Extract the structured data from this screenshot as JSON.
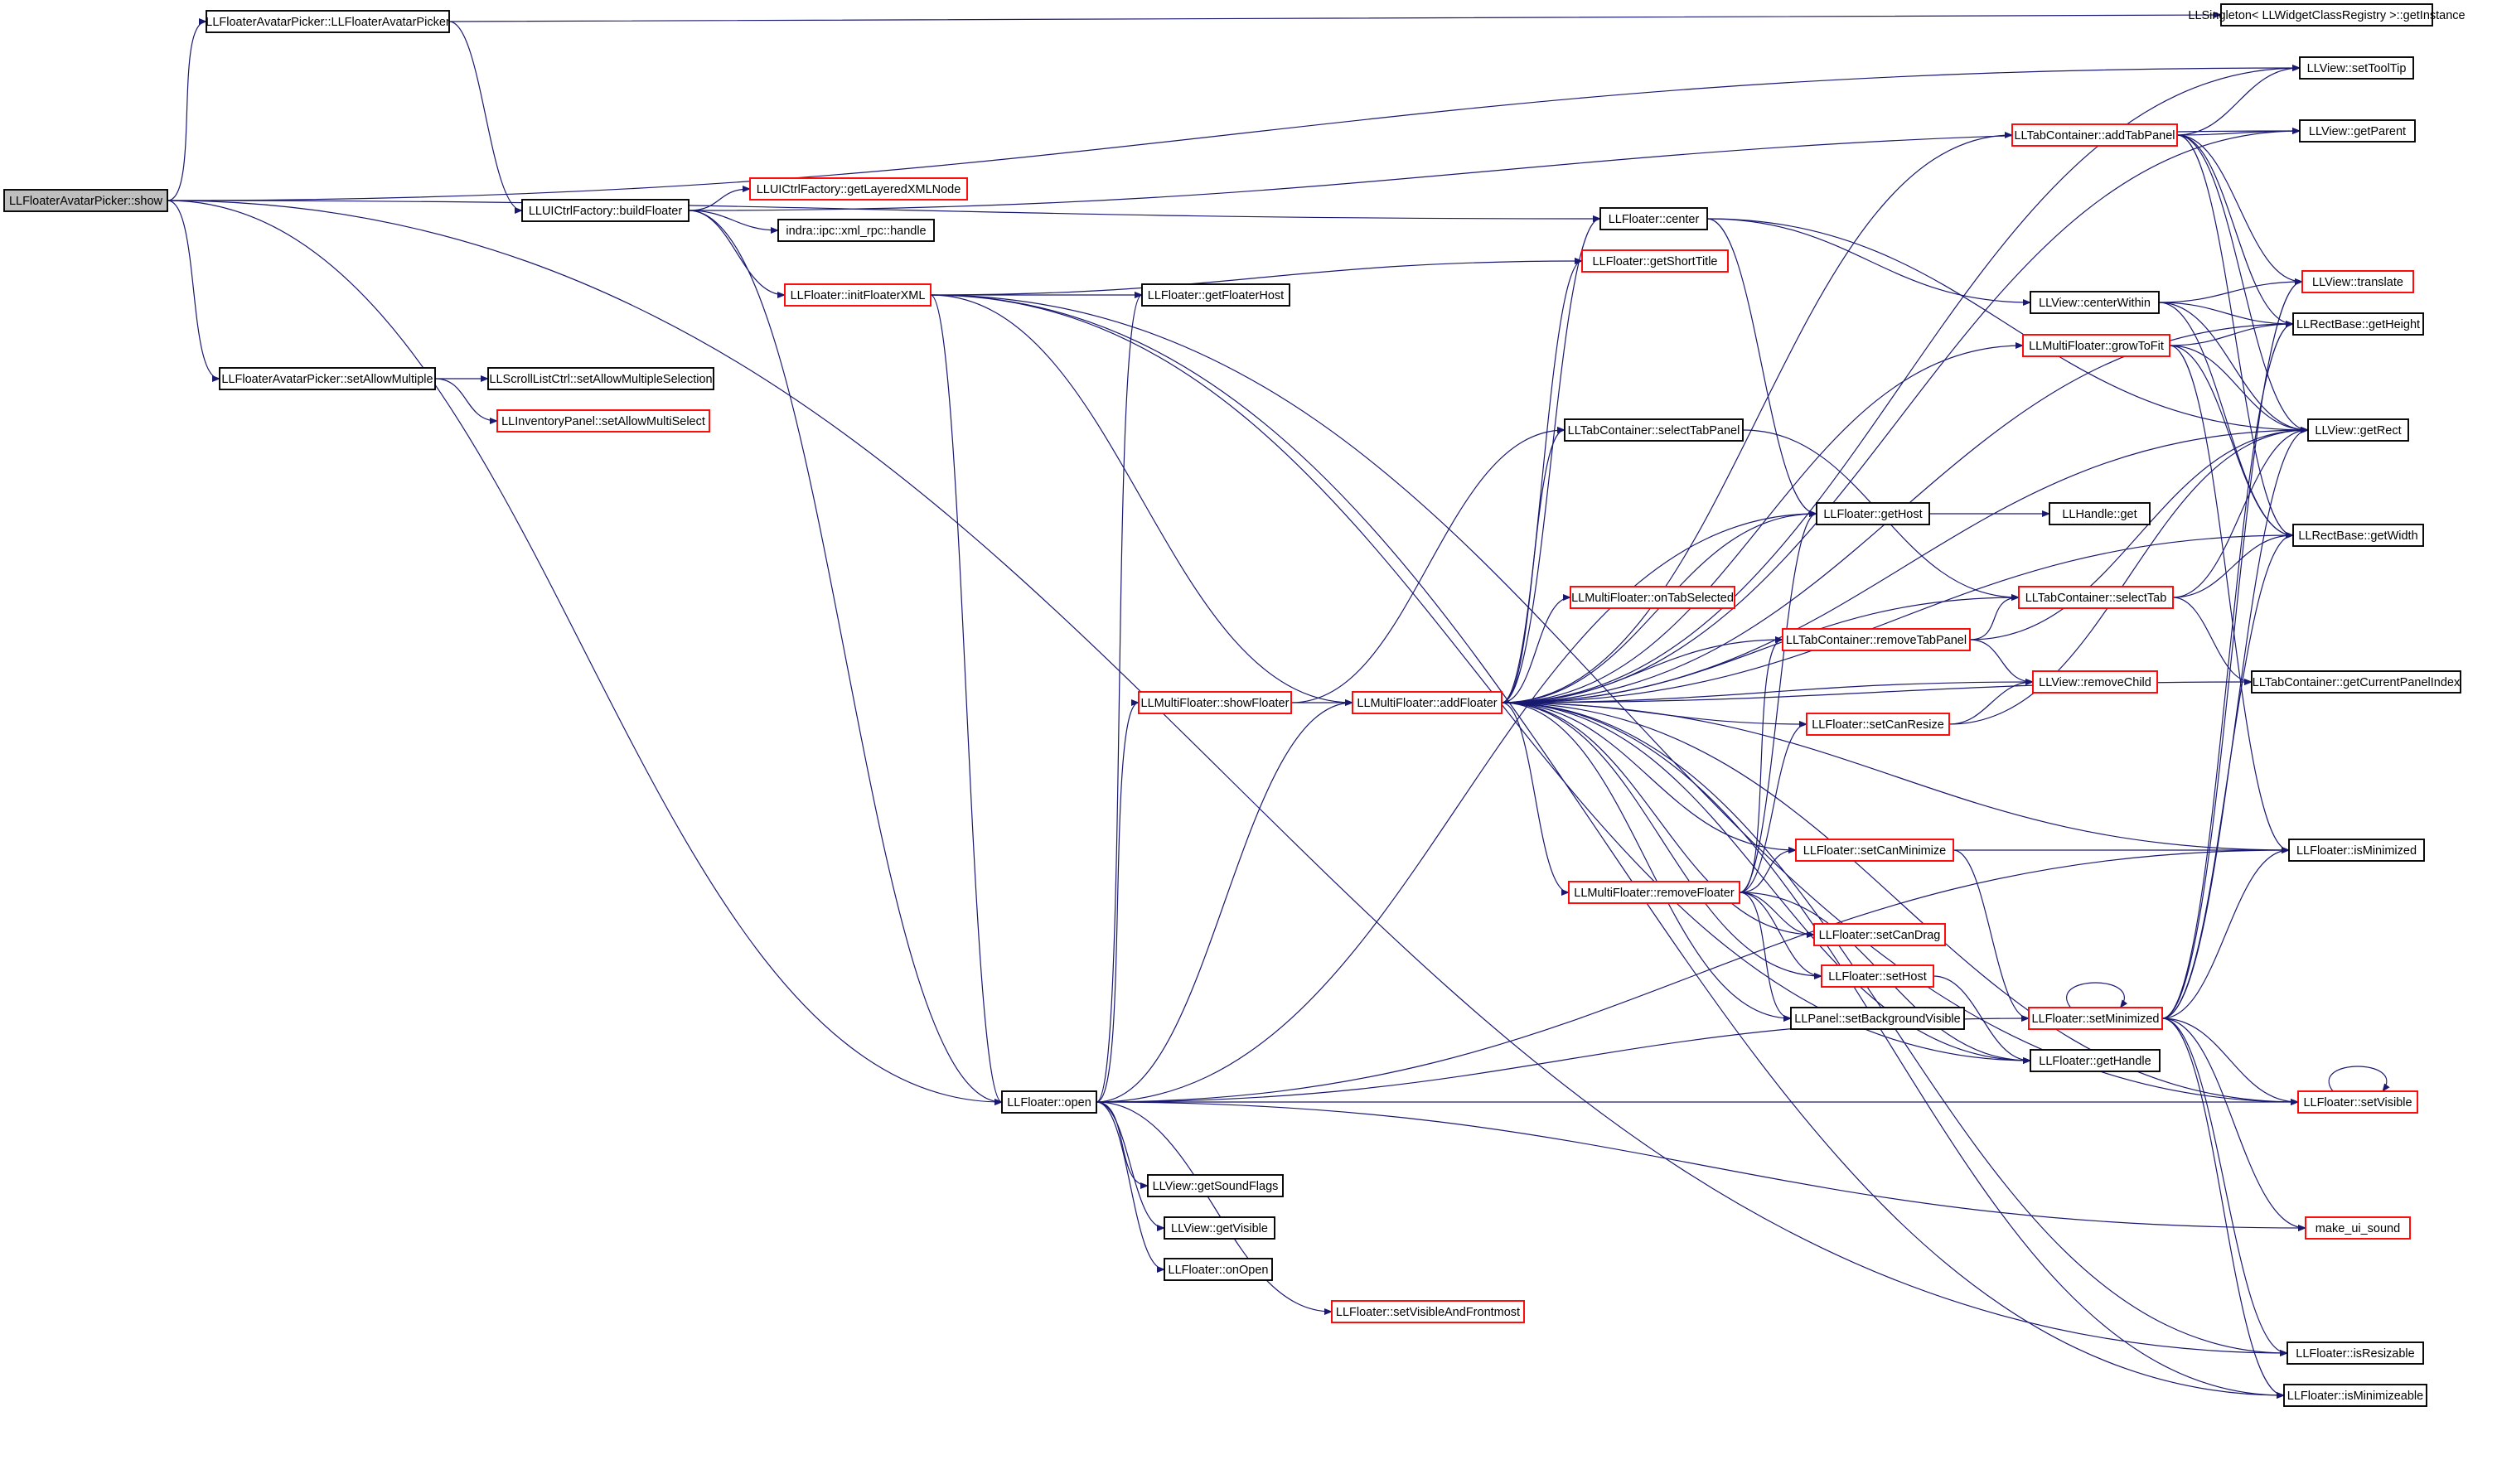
{
  "colors": {
    "edge": "#191970",
    "border_black": "#000000",
    "border_red": "#ff0000",
    "root_fill": "#bfbfbf"
  },
  "nodes": {
    "show": {
      "label": "LLFloaterAvatarPicker::show",
      "style": "root"
    },
    "ctor": {
      "label": "LLFloaterAvatarPicker::LLFloaterAvatarPicker",
      "style": "black"
    },
    "setAllowMultiple": {
      "label": "LLFloaterAvatarPicker::setAllowMultiple",
      "style": "black"
    },
    "buildFloater": {
      "label": "LLUICtrlFactory::buildFloater",
      "style": "black"
    },
    "getLayeredXMLNode": {
      "label": "LLUICtrlFactory::getLayeredXMLNode",
      "style": "red"
    },
    "xmlHandle": {
      "label": "indra::ipc::xml_rpc::handle",
      "style": "black"
    },
    "initFloaterXML": {
      "label": "LLFloater::initFloaterXML",
      "style": "red"
    },
    "setAllowMultipleSelection": {
      "label": "LLScrollListCtrl::setAllowMultipleSelection",
      "style": "black"
    },
    "setAllowMultiSelect": {
      "label": "LLInventoryPanel::setAllowMultiSelect",
      "style": "red"
    },
    "getFloaterHost": {
      "label": "LLFloater::getFloaterHost",
      "style": "black"
    },
    "showFloater": {
      "label": "LLMultiFloater::showFloater",
      "style": "red"
    },
    "addFloater": {
      "label": "LLMultiFloater::addFloater",
      "style": "red"
    },
    "open": {
      "label": "LLFloater::open",
      "style": "black"
    },
    "getSoundFlags": {
      "label": "LLView::getSoundFlags",
      "style": "black"
    },
    "getVisible": {
      "label": "LLView::getVisible",
      "style": "black"
    },
    "onOpen": {
      "label": "LLFloater::onOpen",
      "style": "black"
    },
    "setVisibleAndFrontmost": {
      "label": "LLFloater::setVisibleAndFrontmost",
      "style": "red"
    },
    "center": {
      "label": "LLFloater::center",
      "style": "black"
    },
    "getShortTitle": {
      "label": "LLFloater::getShortTitle",
      "style": "red"
    },
    "selectTabPanel": {
      "label": "LLTabContainer::selectTabPanel",
      "style": "black"
    },
    "getHost": {
      "label": "LLFloater::getHost",
      "style": "black"
    },
    "onTabSelected": {
      "label": "LLMultiFloater::onTabSelected",
      "style": "red"
    },
    "removeTabPanel": {
      "label": "LLTabContainer::removeTabPanel",
      "style": "red"
    },
    "setCanResize": {
      "label": "LLFloater::setCanResize",
      "style": "red"
    },
    "setCanMinimize": {
      "label": "LLFloater::setCanMinimize",
      "style": "red"
    },
    "removeFloater": {
      "label": "LLMultiFloater::removeFloater",
      "style": "red"
    },
    "setCanDrag": {
      "label": "LLFloater::setCanDrag",
      "style": "red"
    },
    "setHost": {
      "label": "LLFloater::setHost",
      "style": "red"
    },
    "setBackgroundVisible": {
      "label": "LLPanel::setBackgroundVisible",
      "style": "black"
    },
    "addTabPanel": {
      "label": "LLTabContainer::addTabPanel",
      "style": "red"
    },
    "centerWithin": {
      "label": "LLView::centerWithin",
      "style": "black"
    },
    "growToFit": {
      "label": "LLMultiFloater::growToFit",
      "style": "red"
    },
    "handleGet": {
      "label": "LLHandle::get",
      "style": "black"
    },
    "selectTab": {
      "label": "LLTabContainer::selectTab",
      "style": "red"
    },
    "removeChild": {
      "label": "LLView::removeChild",
      "style": "red"
    },
    "setMinimized": {
      "label": "LLFloater::setMinimized",
      "style": "red"
    },
    "getHandle": {
      "label": "LLFloater::getHandle",
      "style": "black"
    },
    "getInstance": {
      "label": "LLSingleton< LLWidgetClassRegistry >::getInstance",
      "style": "black"
    },
    "setToolTip": {
      "label": "LLView::setToolTip",
      "style": "black"
    },
    "getParent": {
      "label": "LLView::getParent",
      "style": "black"
    },
    "translate": {
      "label": "LLView::translate",
      "style": "red"
    },
    "getHeight": {
      "label": "LLRectBase::getHeight",
      "style": "black"
    },
    "getRect": {
      "label": "LLView::getRect",
      "style": "black"
    },
    "getWidth": {
      "label": "LLRectBase::getWidth",
      "style": "black"
    },
    "getCurrentPanelIndex": {
      "label": "LLTabContainer::getCurrentPanelIndex",
      "style": "black"
    },
    "isMinimized": {
      "label": "LLFloater::isMinimized",
      "style": "black"
    },
    "setVisible": {
      "label": "LLFloater::setVisible",
      "style": "red"
    },
    "makeUiSound": {
      "label": "make_ui_sound",
      "style": "red"
    },
    "isResizable": {
      "label": "LLFloater::isResizable",
      "style": "black"
    },
    "isMinimizeable": {
      "label": "LLFloater::isMinimizeable",
      "style": "black"
    }
  },
  "edges": [
    [
      "show",
      "ctor"
    ],
    [
      "show",
      "setAllowMultiple"
    ],
    [
      "show",
      "setToolTip"
    ],
    [
      "show",
      "open"
    ],
    [
      "show",
      "center"
    ],
    [
      "show",
      "isResizable"
    ],
    [
      "ctor",
      "getInstance"
    ],
    [
      "ctor",
      "buildFloater"
    ],
    [
      "setAllowMultiple",
      "setAllowMultipleSelection"
    ],
    [
      "setAllowMultiple",
      "setAllowMultiSelect"
    ],
    [
      "buildFloater",
      "getLayeredXMLNode"
    ],
    [
      "buildFloater",
      "xmlHandle"
    ],
    [
      "buildFloater",
      "initFloaterXML"
    ],
    [
      "buildFloater",
      "open"
    ],
    [
      "buildFloater",
      "getParent"
    ],
    [
      "initFloaterXML",
      "getShortTitle"
    ],
    [
      "initFloaterXML",
      "getFloaterHost"
    ],
    [
      "initFloaterXML",
      "addFloater"
    ],
    [
      "initFloaterXML",
      "isMinimizeable"
    ],
    [
      "initFloaterXML",
      "getHandle"
    ],
    [
      "initFloaterXML",
      "open"
    ],
    [
      "initFloaterXML",
      "setVisible"
    ],
    [
      "open",
      "getFloaterHost"
    ],
    [
      "open",
      "showFloater"
    ],
    [
      "open",
      "addFloater"
    ],
    [
      "open",
      "getHost"
    ],
    [
      "open",
      "getSoundFlags"
    ],
    [
      "open",
      "getVisible"
    ],
    [
      "open",
      "onOpen"
    ],
    [
      "open",
      "setVisibleAndFrontmost"
    ],
    [
      "open",
      "isMinimized"
    ],
    [
      "open",
      "setMinimized"
    ],
    [
      "open",
      "setVisible"
    ],
    [
      "open",
      "makeUiSound"
    ],
    [
      "showFloater",
      "addFloater"
    ],
    [
      "showFloater",
      "selectTabPanel"
    ],
    [
      "addFloater",
      "setToolTip"
    ],
    [
      "addFloater",
      "addTabPanel"
    ],
    [
      "addFloater",
      "getParent"
    ],
    [
      "addFloater",
      "getShortTitle"
    ],
    [
      "addFloater",
      "center"
    ],
    [
      "addFloater",
      "growToFit"
    ],
    [
      "addFloater",
      "selectTabPanel"
    ],
    [
      "addFloater",
      "getHost"
    ],
    [
      "addFloater",
      "onTabSelected"
    ],
    [
      "addFloater",
      "removeTabPanel"
    ],
    [
      "addFloater",
      "removeChild"
    ],
    [
      "addFloater",
      "setCanResize"
    ],
    [
      "addFloater",
      "setCanMinimize"
    ],
    [
      "addFloater",
      "removeFloater"
    ],
    [
      "addFloater",
      "setCanDrag"
    ],
    [
      "addFloater",
      "setHost"
    ],
    [
      "addFloater",
      "setBackgroundVisible"
    ],
    [
      "addFloater",
      "getHandle"
    ],
    [
      "addFloater",
      "setVisible"
    ],
    [
      "addFloater",
      "getRect"
    ],
    [
      "addFloater",
      "getWidth"
    ],
    [
      "addFloater",
      "getHeight"
    ],
    [
      "addFloater",
      "getCurrentPanelIndex"
    ],
    [
      "addFloater",
      "isMinimized"
    ],
    [
      "addFloater",
      "isResizable"
    ],
    [
      "addFloater",
      "isMinimizeable"
    ],
    [
      "addFloater",
      "selectTab"
    ],
    [
      "center",
      "getHost"
    ],
    [
      "center",
      "centerWithin"
    ],
    [
      "center",
      "getRect"
    ],
    [
      "selectTabPanel",
      "selectTab"
    ],
    [
      "getHost",
      "handleGet"
    ],
    [
      "removeTabPanel",
      "selectTab"
    ],
    [
      "removeTabPanel",
      "removeChild"
    ],
    [
      "removeTabPanel",
      "getRect"
    ],
    [
      "setCanResize",
      "removeChild"
    ],
    [
      "setCanResize",
      "getRect"
    ],
    [
      "setCanMinimize",
      "isMinimized"
    ],
    [
      "setCanMinimize",
      "setMinimized"
    ],
    [
      "removeFloater",
      "getHost"
    ],
    [
      "removeFloater",
      "removeTabPanel"
    ],
    [
      "removeFloater",
      "setCanResize"
    ],
    [
      "removeFloater",
      "setCanMinimize"
    ],
    [
      "removeFloater",
      "setCanDrag"
    ],
    [
      "removeFloater",
      "setHost"
    ],
    [
      "removeFloater",
      "setBackgroundVisible"
    ],
    [
      "removeFloater",
      "getHandle"
    ],
    [
      "setHost",
      "getHandle"
    ],
    [
      "addTabPanel",
      "setToolTip"
    ],
    [
      "addTabPanel",
      "getParent"
    ],
    [
      "addTabPanel",
      "translate"
    ],
    [
      "addTabPanel",
      "getHeight"
    ],
    [
      "addTabPanel",
      "getRect"
    ],
    [
      "addTabPanel",
      "getWidth"
    ],
    [
      "centerWithin",
      "translate"
    ],
    [
      "centerWithin",
      "getHeight"
    ],
    [
      "centerWithin",
      "getRect"
    ],
    [
      "centerWithin",
      "getWidth"
    ],
    [
      "growToFit",
      "getHeight"
    ],
    [
      "growToFit",
      "getRect"
    ],
    [
      "growToFit",
      "getWidth"
    ],
    [
      "growToFit",
      "isMinimized"
    ],
    [
      "selectTab",
      "getRect"
    ],
    [
      "selectTab",
      "getWidth"
    ],
    [
      "selectTab",
      "getCurrentPanelIndex"
    ],
    [
      "setMinimized",
      "setMinimized"
    ],
    [
      "setMinimized",
      "getRect"
    ],
    [
      "setMinimized",
      "getWidth"
    ],
    [
      "setMinimized",
      "getHeight"
    ],
    [
      "setMinimized",
      "translate"
    ],
    [
      "setMinimized",
      "isMinimized"
    ],
    [
      "setMinimized",
      "setVisible"
    ],
    [
      "setMinimized",
      "makeUiSound"
    ],
    [
      "setMinimized",
      "isResizable"
    ],
    [
      "setMinimized",
      "isMinimizeable"
    ],
    [
      "setVisible",
      "setVisible"
    ]
  ]
}
